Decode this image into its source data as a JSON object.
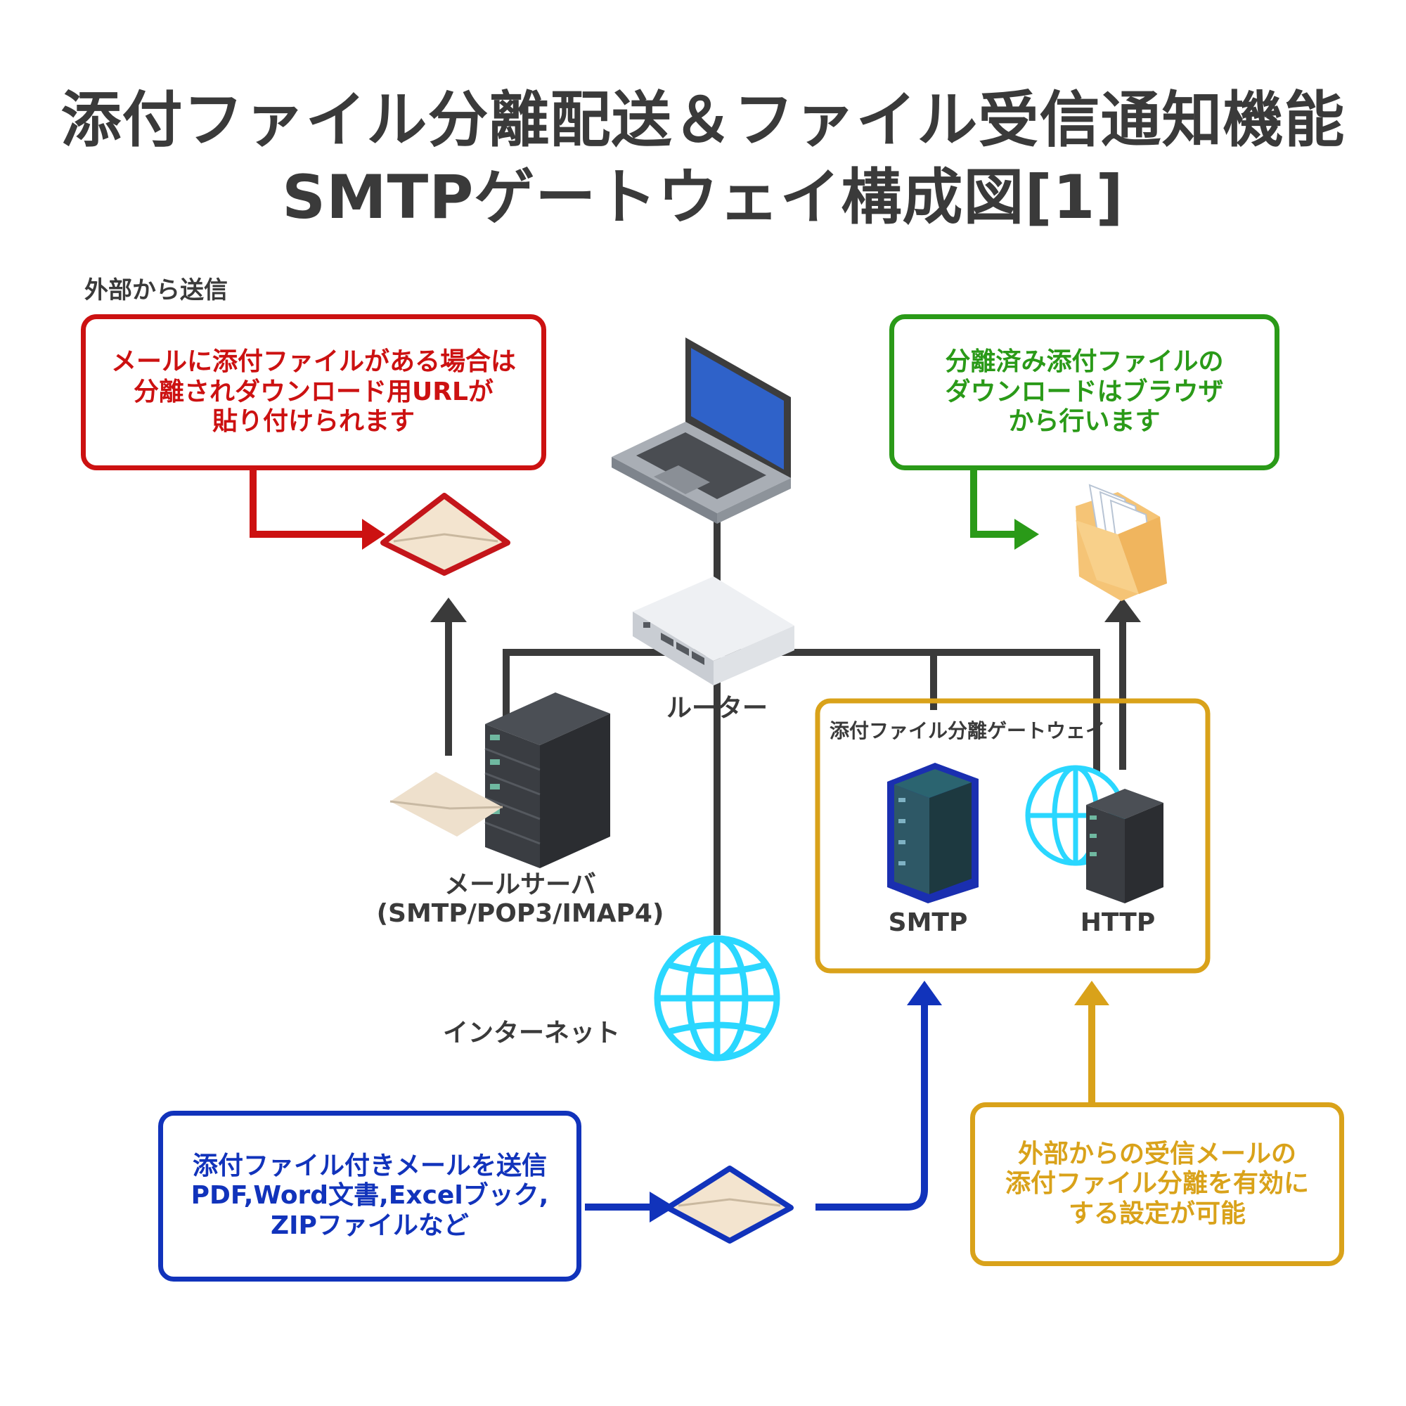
{
  "title": {
    "line1": "添付ファイル分離配送＆ファイル受信通知機能",
    "line2": "SMTPゲートウェイ構成図[1]"
  },
  "sections": {
    "external_send_label": "外部から送信"
  },
  "callouts": {
    "red": {
      "text": "メールに添付ファイルがある場合は\n分離されダウンロード用URLが\n貼り付けられます",
      "color": "#cc1111"
    },
    "green": {
      "text": "分離済み添付ファイルの\nダウンロードはブラウザ\nから行います",
      "color": "#2a9a18"
    },
    "blue": {
      "text": "添付ファイル付きメールを送信\nPDF,Word文書,Excelブック,\nZIPファイルなど",
      "color": "#1133bb"
    },
    "gold": {
      "text": "外部からの受信メールの\n添付ファイル分離を有効に\nする設定が可能",
      "color": "#d9a21a"
    }
  },
  "nodes": {
    "router": "ルーター",
    "mail_server": "メールサーバ\n(SMTP/POP3/IMAP4)",
    "internet": "インターネット",
    "gateway_title": "添付ファイル分離ゲートウェイ",
    "smtp": "SMTP",
    "http": "HTTP"
  },
  "icons": [
    "laptop-icon",
    "router-icon",
    "mail-server-icon",
    "globe-icon",
    "envelope-icon",
    "folder-icon",
    "smtp-server-icon",
    "http-server-icon"
  ]
}
